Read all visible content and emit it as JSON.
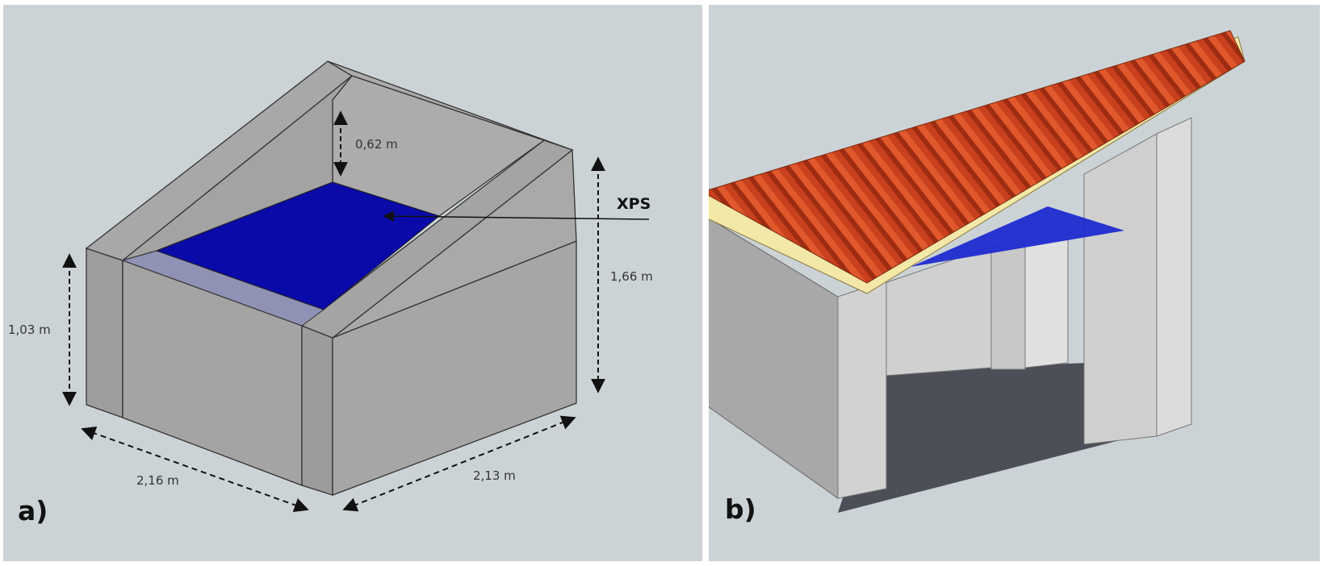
{
  "panel_a": {
    "label": "a)",
    "callout": "XPS",
    "dimensions": {
      "top_gap": "0,62 m",
      "right_height": "1,66 m",
      "left_height": "1,03 m",
      "front_width": "2,16 m",
      "side_depth": "2,13 m"
    },
    "colors": {
      "wall": "#a2a2a2",
      "xps": "#0a0aa8",
      "exposed_strip": "#8f92b4"
    }
  },
  "panel_b": {
    "label": "b)",
    "colors": {
      "roof_tile": "#d4421c",
      "roof_edge": "#f3e8a8",
      "wall": "#c8c8c8",
      "floor": "#4c4f58",
      "xps": "#1e2bd0"
    }
  }
}
